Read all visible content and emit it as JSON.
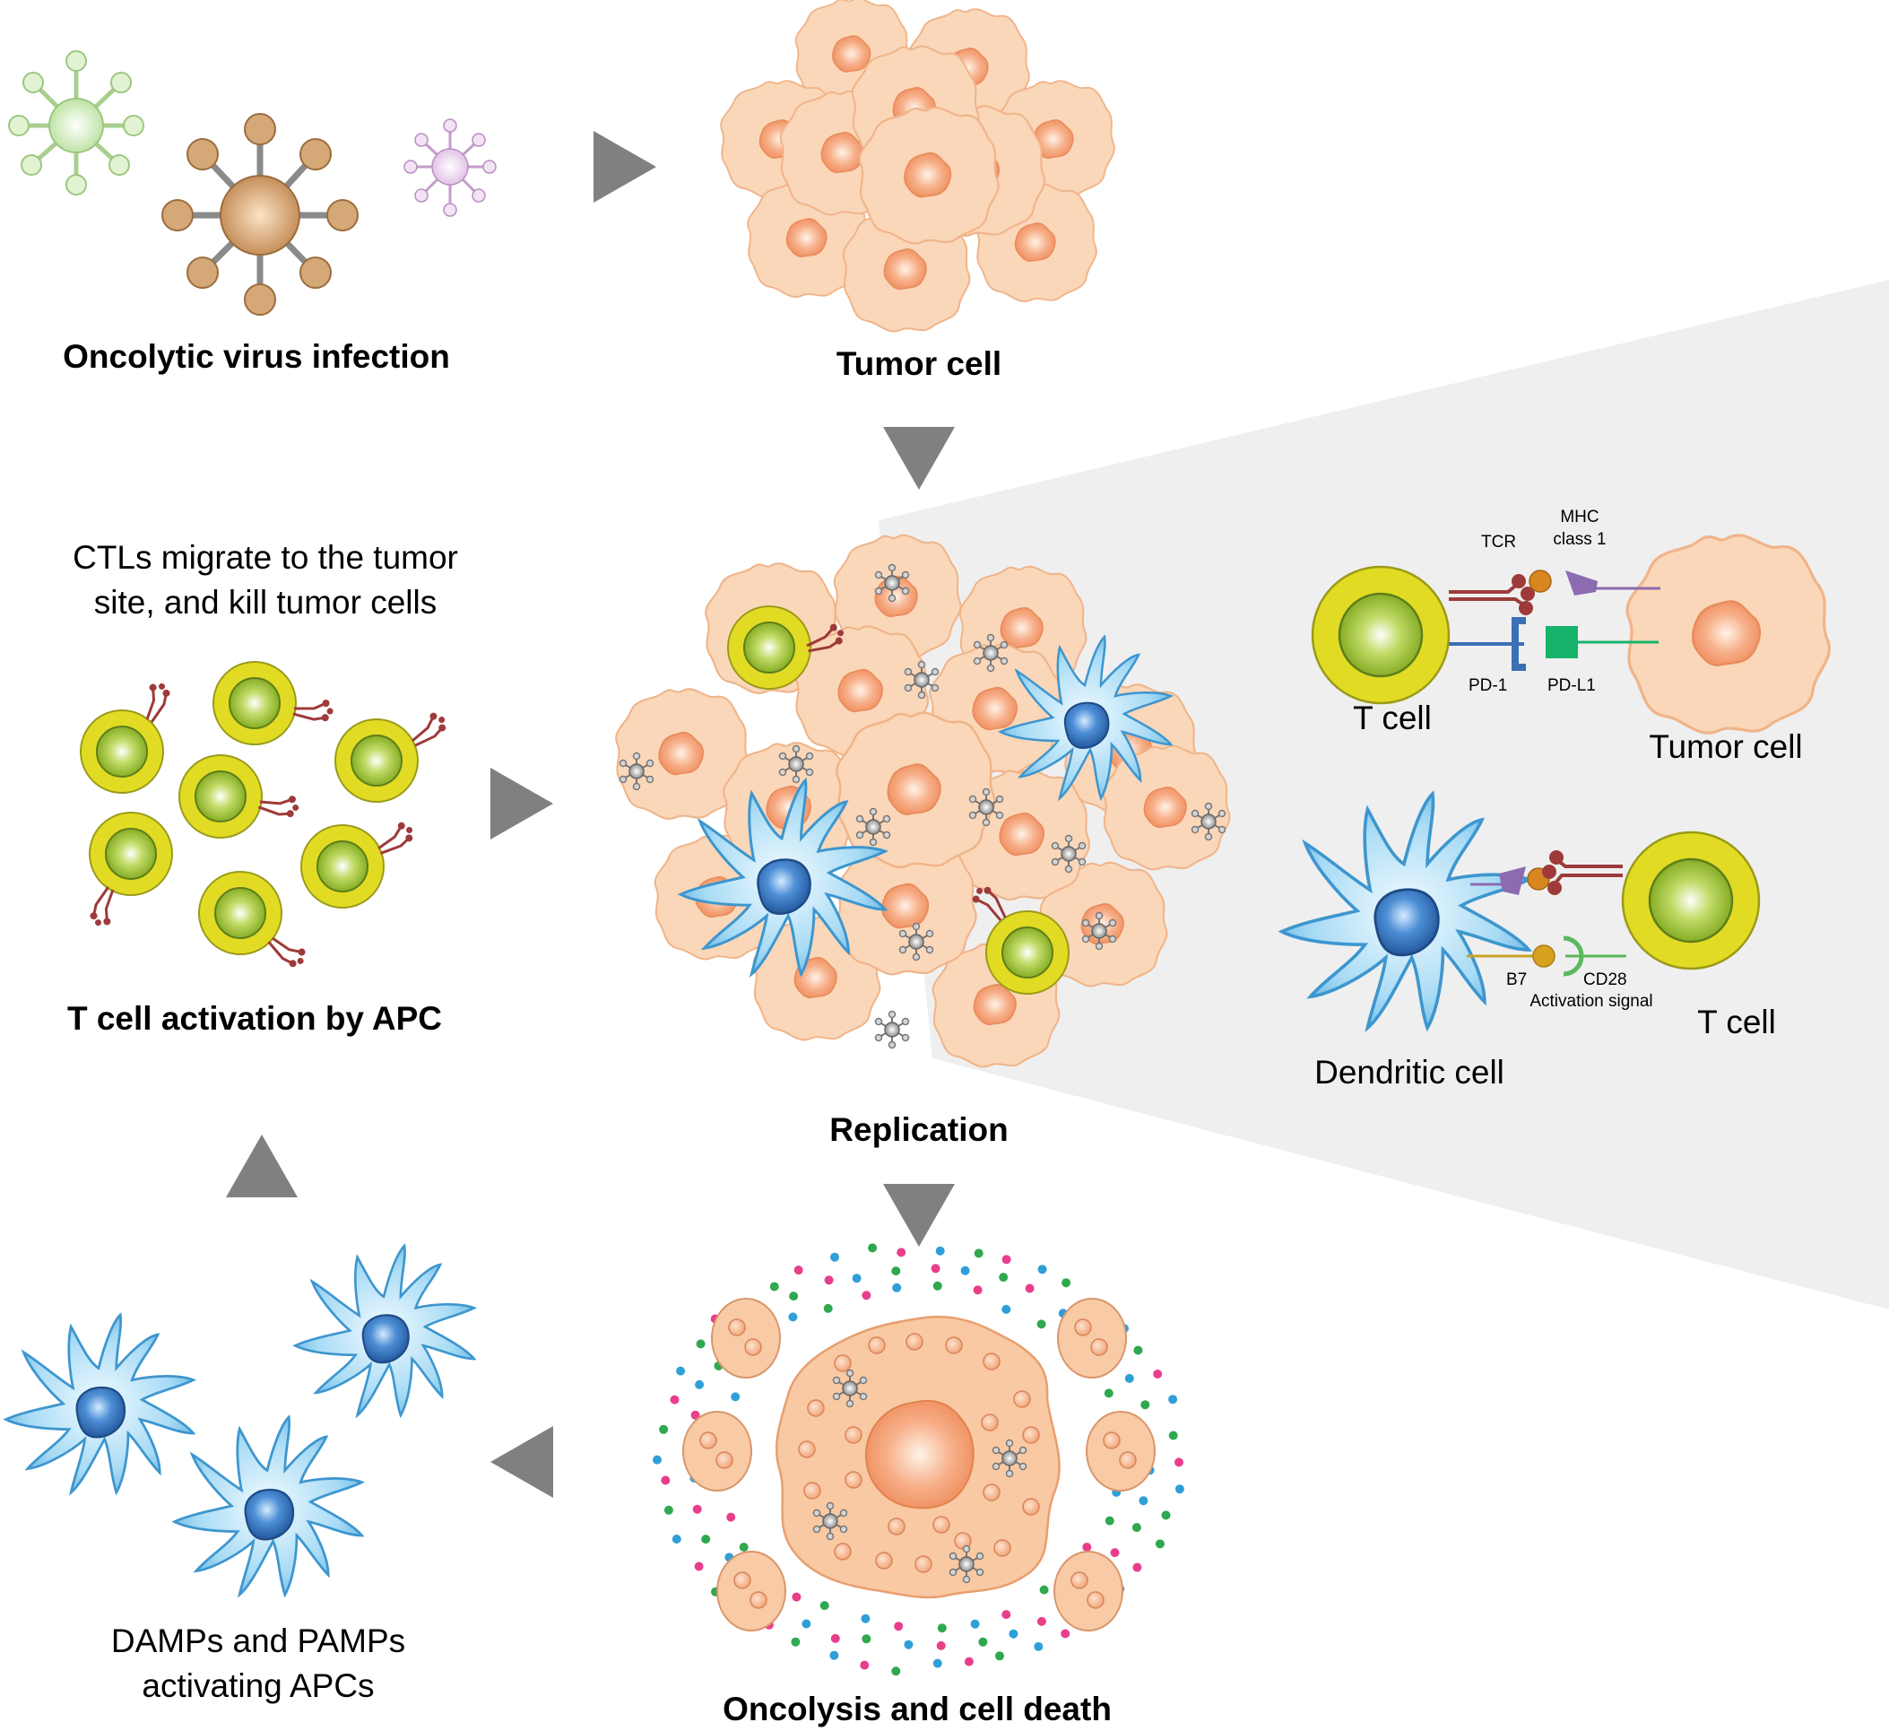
{
  "labels": {
    "oncolytic_virus_infection": "Oncolytic virus infection",
    "tumor_cell_top": "Tumor cell",
    "ctls_line1": "CTLs migrate to the tumor",
    "ctls_line2": "site, and kill tumor cells",
    "t_cell_activation": "T cell activation by APC",
    "replication": "Replication",
    "damps_line1": "DAMPs and PAMPs",
    "damps_line2": "activating APCs",
    "oncolysis": "Oncolysis and cell death"
  },
  "inset": {
    "top": {
      "tcr": "TCR",
      "mhc_line1": "MHC",
      "mhc_line2": "class 1",
      "pd1": "PD-1",
      "pdl1": "PD-L1",
      "t_cell": "T cell",
      "tumor_cell": "Tumor cell"
    },
    "bottom": {
      "b7": "B7",
      "cd28": "CD28",
      "activation_signal": "Activation signal",
      "t_cell": "T cell",
      "dendritic_cell": "Dendritic cell"
    }
  },
  "colors": {
    "tumor_fill": "#fad6b6",
    "tumor_nucleus": "#f6a57a",
    "tcell_outer": "#dfdb23",
    "tcell_inner": "#9cc23a",
    "dendritic": "#7fc4ea",
    "dendritic_nucleus": "#2f6fb6",
    "arrow": "#808080",
    "receptor": "#9e3a3a",
    "mhc": "#8c6bb1",
    "pd1": "#3b6fb6",
    "pdl1": "#17b36b",
    "b7": "#c9a227",
    "cd28": "#5cb85c",
    "inset_bg": "#efefef"
  }
}
